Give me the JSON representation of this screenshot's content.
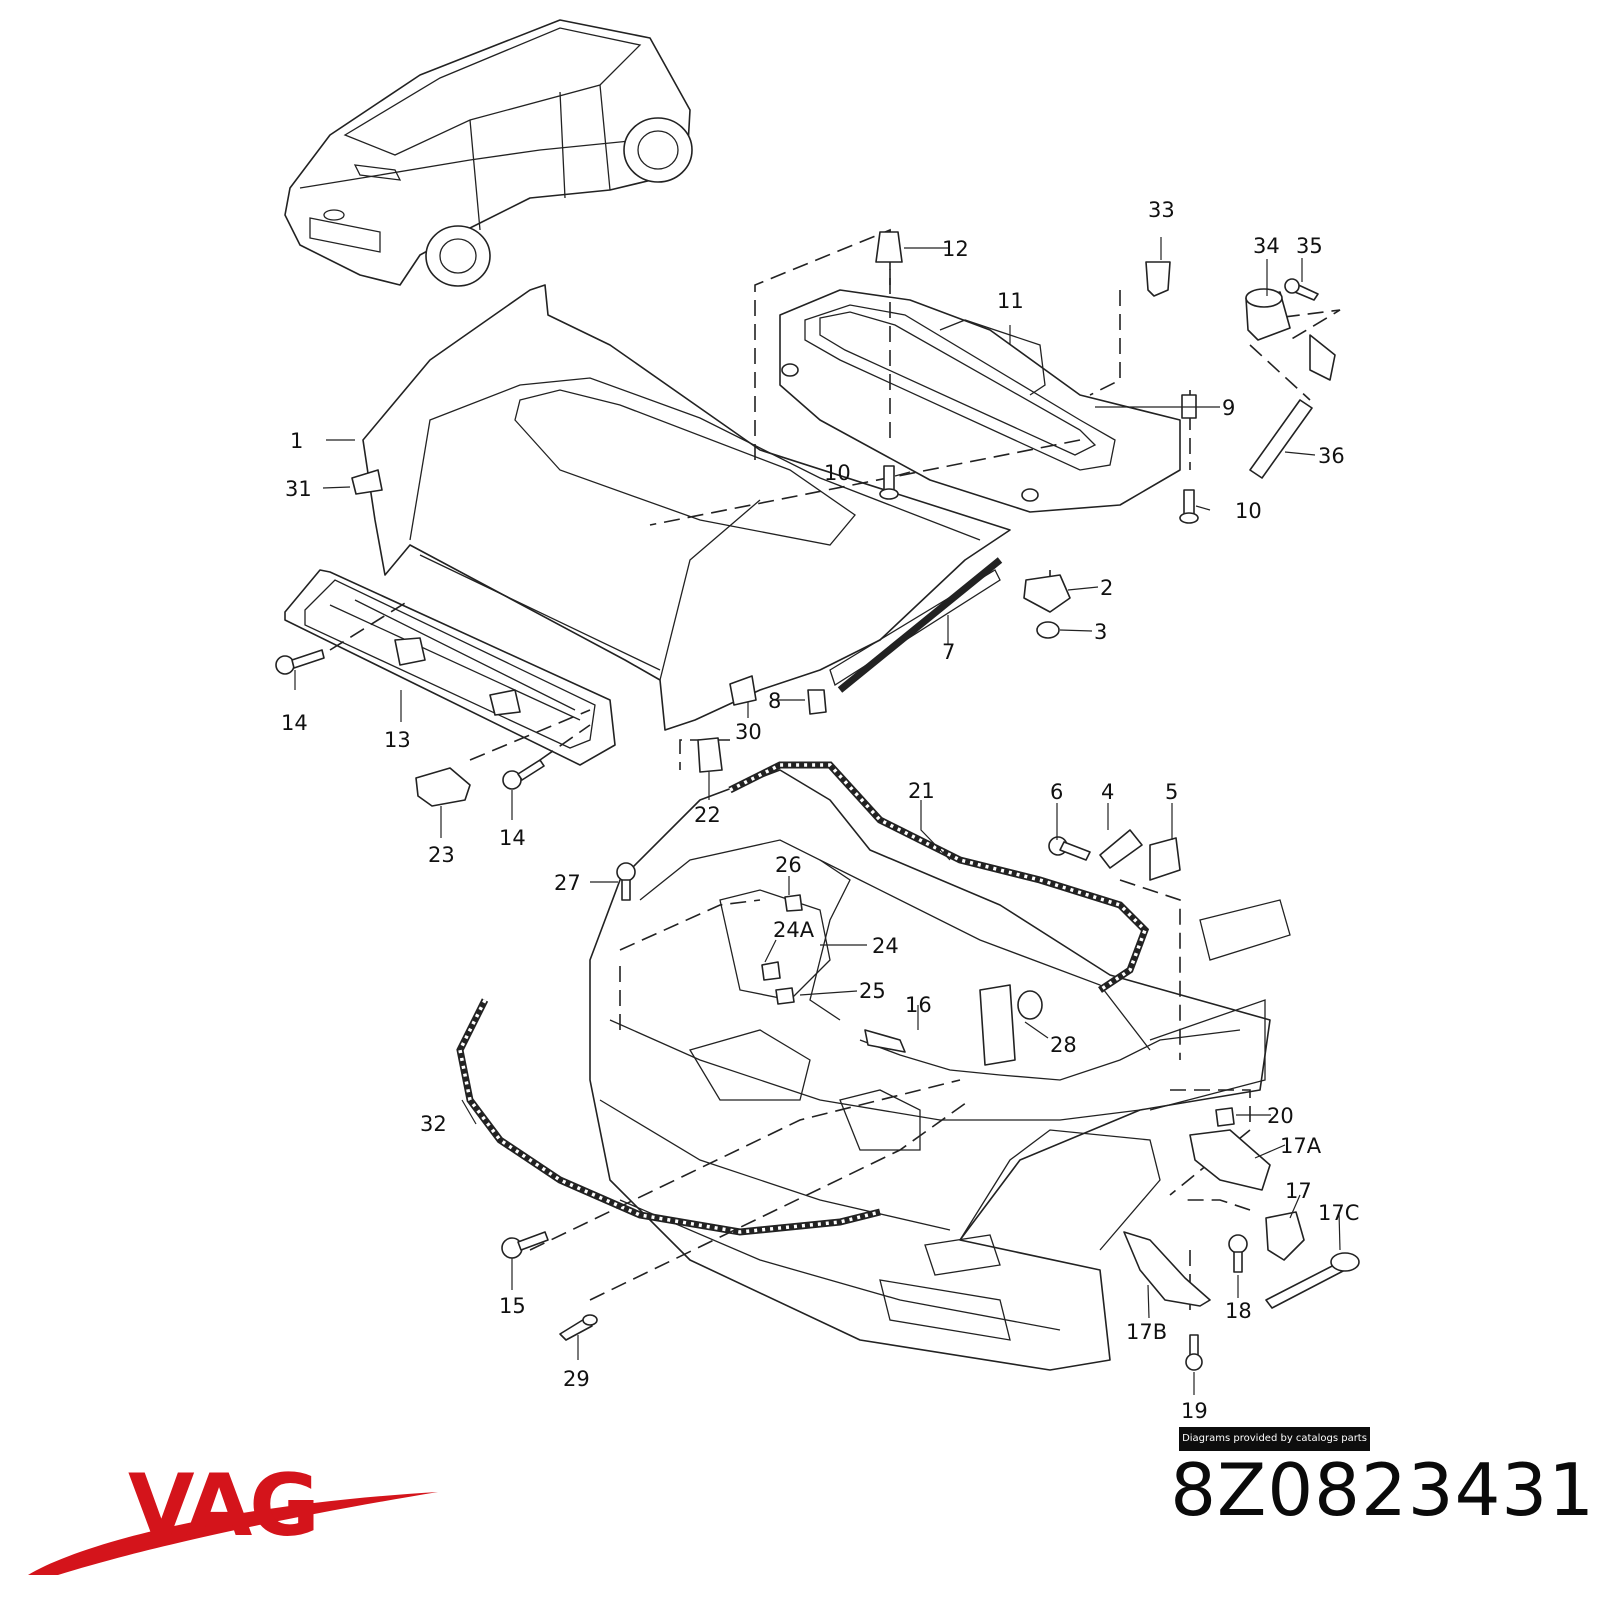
{
  "diagram": {
    "callouts": [
      "1",
      "2",
      "3",
      "4",
      "5",
      "6",
      "7",
      "8",
      "9",
      "10",
      "10",
      "11",
      "12",
      "13",
      "14",
      "14",
      "15",
      "16",
      "17",
      "17A",
      "17B",
      "17C",
      "18",
      "19",
      "20",
      "21",
      "22",
      "23",
      "24",
      "24A",
      "25",
      "26",
      "27",
      "28",
      "29",
      "30",
      "31",
      "32",
      "33",
      "34",
      "35",
      "36"
    ],
    "credit": "Diagrams provided by catalogs parts"
  },
  "brand": {
    "logo_text": "VAG",
    "logo_color": "#d4141b"
  },
  "part_number": "8Z0823431"
}
